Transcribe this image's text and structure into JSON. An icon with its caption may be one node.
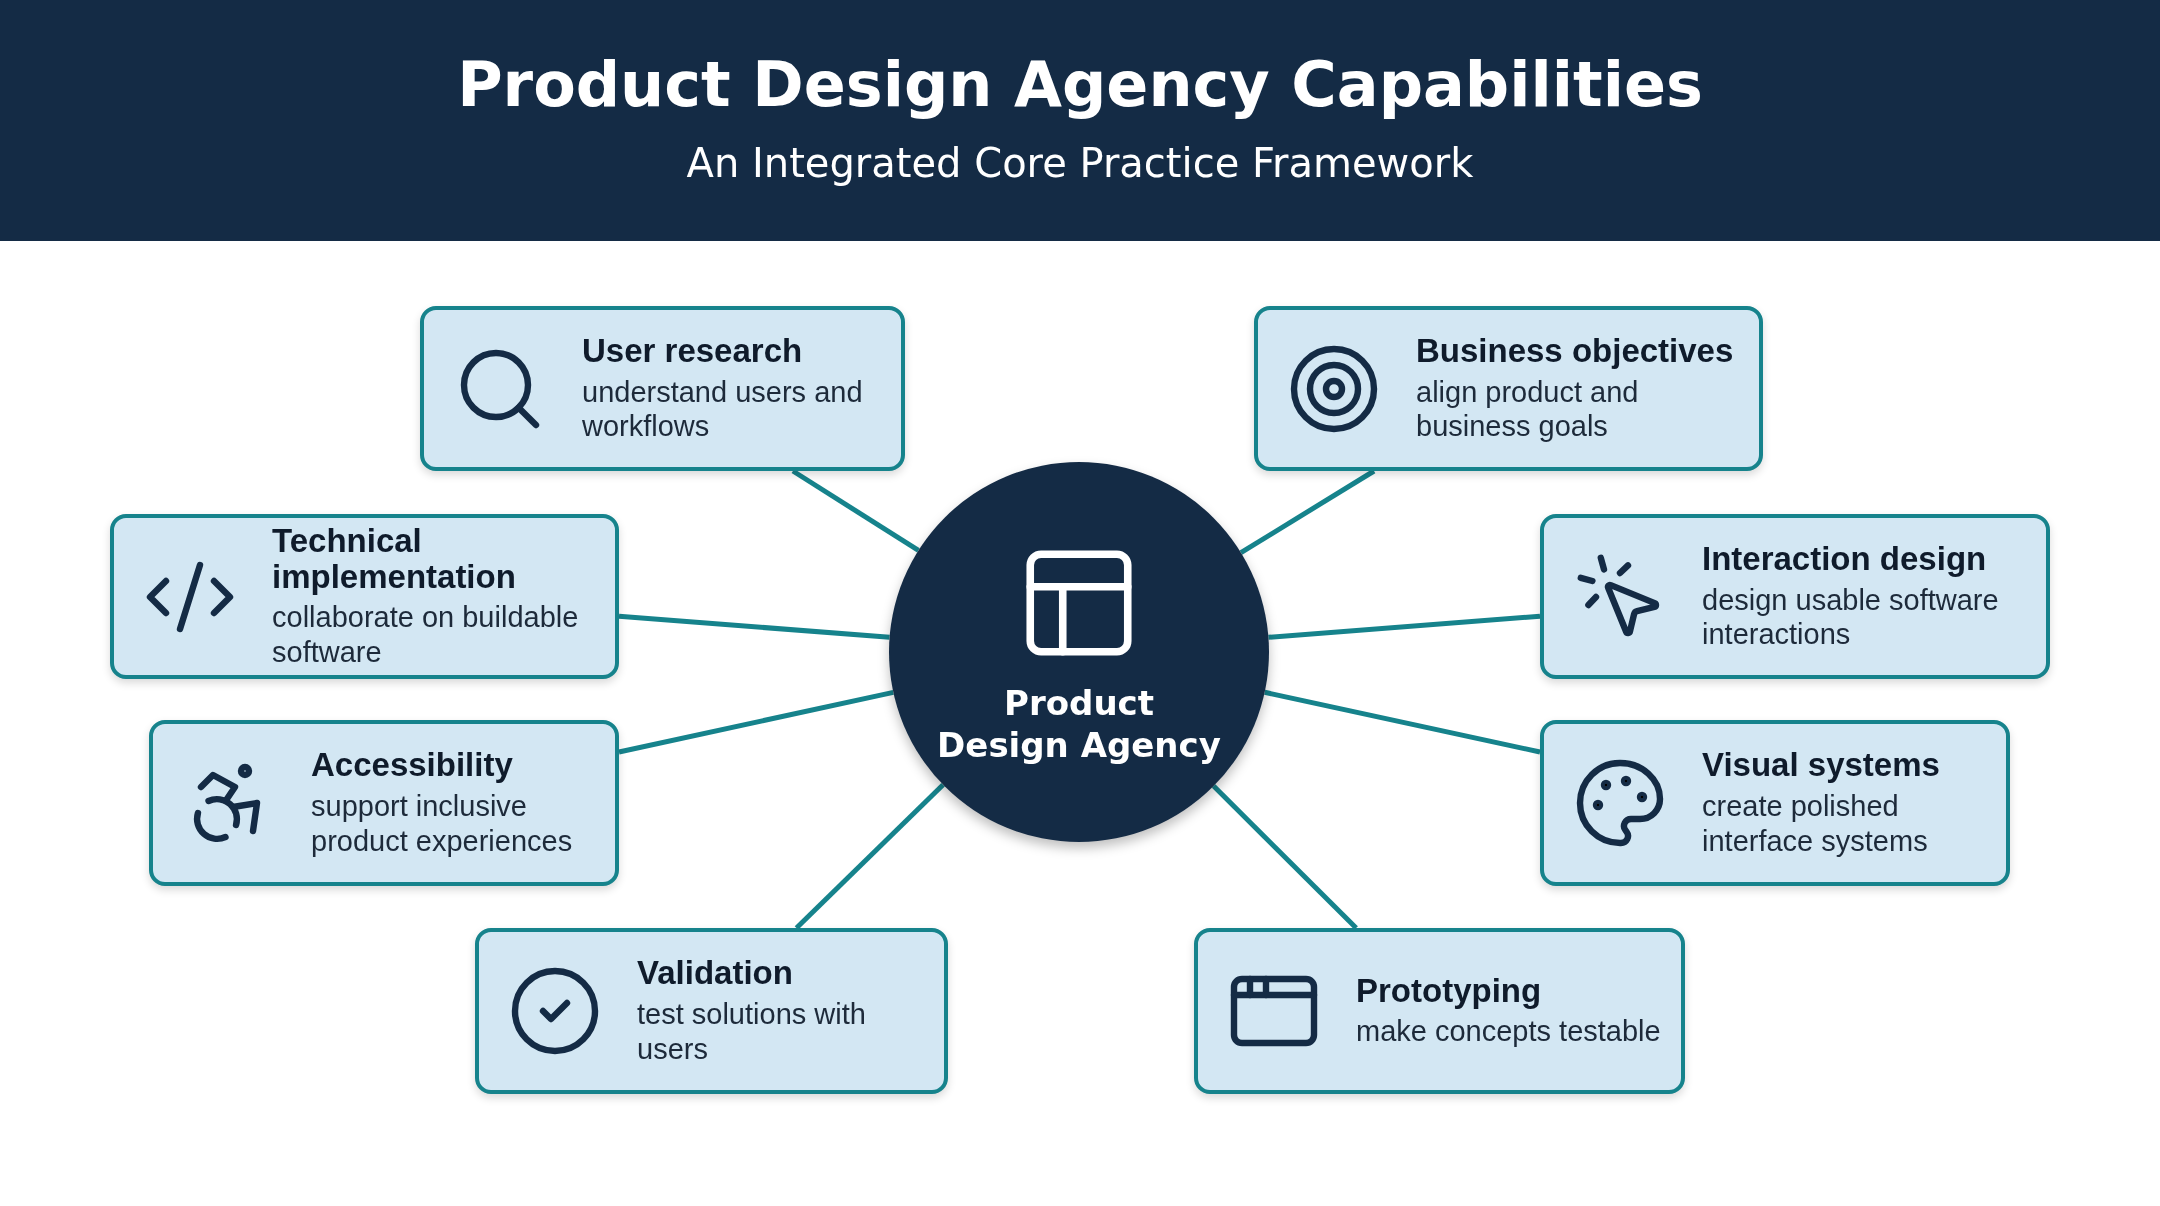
{
  "diagram": {
    "title": "Product Design Agency Capabilities",
    "caption": "An Integrated Core Practice Framework",
    "nodes": [
      {
        "text": [
          "Product Design Agency"
        ]
      },
      {
        "text": [
          "User research",
          "understand users and workflows"
        ]
      },
      {
        "text": [
          "Business objectives",
          "align product and business goals"
        ]
      },
      {
        "text": [
          "Technical implementation",
          "collaborate on buildable software"
        ]
      },
      {
        "text": [
          "Interaction design",
          "design usable software interactions"
        ]
      },
      {
        "text": [
          "Accessibility",
          "support inclusive product experiences"
        ]
      },
      {
        "text": [
          "Visual systems",
          "create polished interface systems"
        ]
      },
      {
        "text": [
          "Validation",
          "test solutions with users"
        ]
      },
      {
        "text": [
          "Prototyping",
          "make concepts testable"
        ]
      }
    ],
    "edges": [
      {
        "from": 0,
        "to": 1,
        "arrow": "none"
      },
      {
        "from": 0,
        "to": 2,
        "arrow": "none"
      },
      {
        "from": 0,
        "to": 3,
        "arrow": "none"
      },
      {
        "from": 0,
        "to": 4,
        "arrow": "none"
      },
      {
        "from": 0,
        "to": 5,
        "arrow": "none"
      },
      {
        "from": 0,
        "to": 6,
        "arrow": "none"
      },
      {
        "from": 0,
        "to": 7,
        "arrow": "none"
      },
      {
        "from": 0,
        "to": 8,
        "arrow": "none"
      }
    ]
  }
}
